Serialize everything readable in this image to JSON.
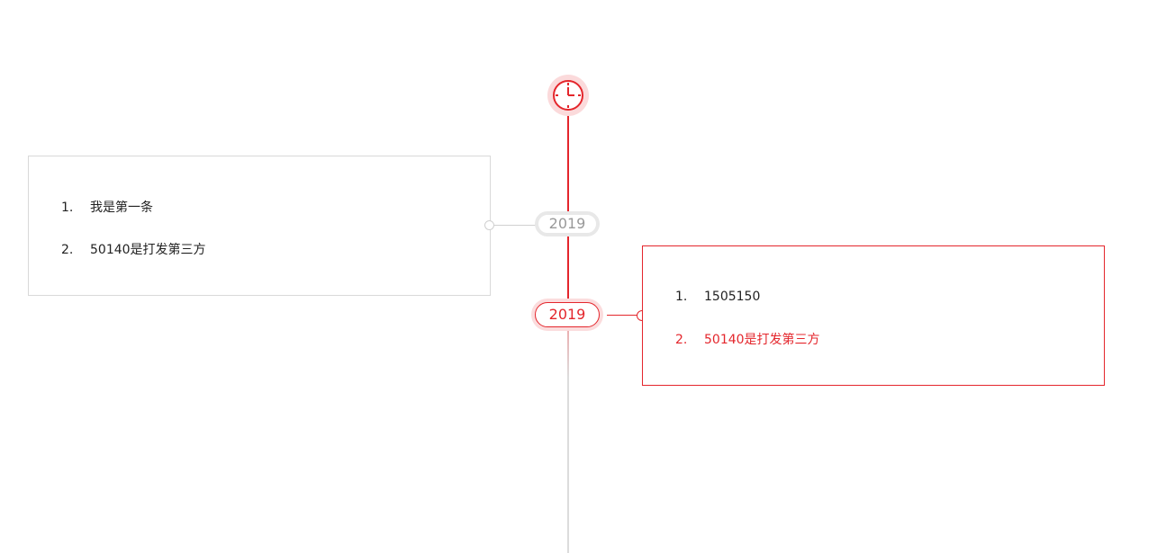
{
  "colors": {
    "accent": "#e4262c",
    "inactive": "#999999",
    "line_gray": "#dcdcdc"
  },
  "timeline": {
    "top_icon": "clock-icon",
    "events": [
      {
        "year": "2019",
        "state": "inactive",
        "side": "left",
        "items": [
          {
            "num": "1.",
            "text": "我是第一条"
          },
          {
            "num": "2.",
            "text": "50140是打发第三方"
          }
        ]
      },
      {
        "year": "2019",
        "state": "active",
        "side": "right",
        "items": [
          {
            "num": "1.",
            "text": "1505150"
          },
          {
            "num": "2.",
            "text": "50140是打发第三方"
          }
        ]
      }
    ]
  }
}
